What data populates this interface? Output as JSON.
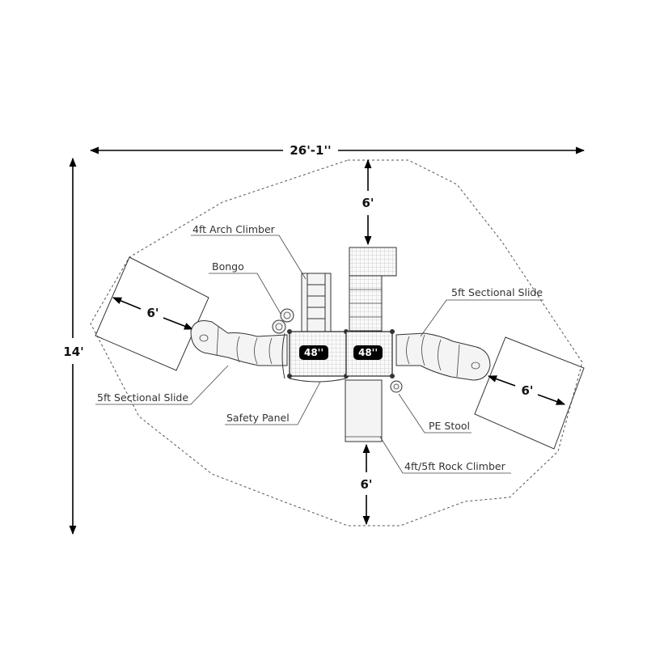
{
  "dimensions": {
    "overall_width": "26'-1''",
    "overall_depth": "14'",
    "top_clearance": "6'",
    "bottom_clearance": "6'",
    "left_slide_zone": "6'",
    "right_slide_zone": "6'"
  },
  "decks": [
    {
      "height": "48''"
    },
    {
      "height": "48''"
    }
  ],
  "callouts": {
    "arch_climber": "4ft Arch Climber",
    "bongo": "Bongo",
    "slide_right": "5ft Sectional Slide",
    "slide_left": "5ft Sectional Slide",
    "safety_panel": "Safety Panel",
    "pe_stool": "PE Stool",
    "rock_climber": "4ft/5ft Rock Climber"
  }
}
